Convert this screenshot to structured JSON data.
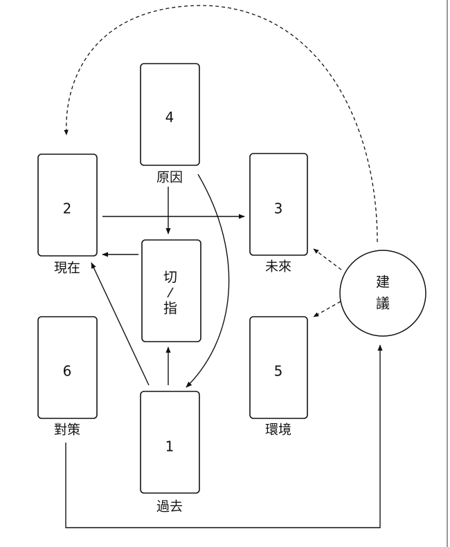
{
  "cards": {
    "c1": {
      "number": "1",
      "label": "過去"
    },
    "c2": {
      "number": "2",
      "label": "現在"
    },
    "c3": {
      "number": "3",
      "label": "未來"
    },
    "c4": {
      "number": "4",
      "label": "原因"
    },
    "c5": {
      "number": "5",
      "label": "環境"
    },
    "c6": {
      "number": "6",
      "label": "對策"
    }
  },
  "cutting_card": {
    "char1": "切",
    "char2": "指"
  },
  "advice": {
    "char1": "建",
    "char2": "議"
  }
}
